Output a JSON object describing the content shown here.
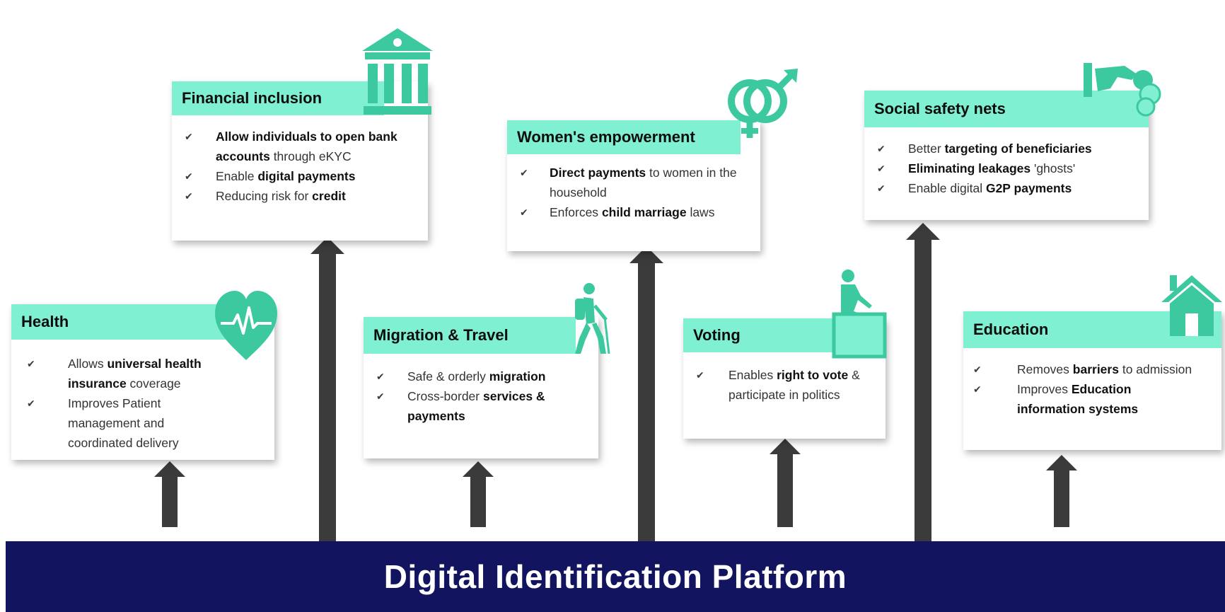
{
  "platform": {
    "label": "Digital Identification Platform"
  },
  "colors": {
    "accent": "#7ff0d1",
    "icon": "#3dc9a0",
    "arrow": "#3b3b3b",
    "platform": "#131460"
  },
  "cards": {
    "health": {
      "title": "Health",
      "icon": "heart-pulse-icon",
      "items": [
        {
          "pre": "Allows ",
          "bold": "universal health insurance",
          "post": " coverage"
        },
        {
          "pre": "Improves Patient management and coordinated delivery",
          "bold": "",
          "post": ""
        }
      ]
    },
    "financial": {
      "title": "Financial inclusion",
      "icon": "bank-icon",
      "items": [
        {
          "pre": "",
          "bold": "Allow individuals to open bank accounts",
          "post": " through eKYC"
        },
        {
          "pre": "Enable ",
          "bold": "digital payments",
          "post": ""
        },
        {
          "pre": "Reducing risk for ",
          "bold": "credit",
          "post": ""
        }
      ]
    },
    "migration": {
      "title": "Migration & Travel",
      "icon": "hiker-icon",
      "items": [
        {
          "pre": "Safe & orderly ",
          "bold": "migration",
          "post": ""
        },
        {
          "pre": "Cross-border ",
          "bold": "services & payments",
          "post": ""
        }
      ]
    },
    "women": {
      "title": "Women's empowerment",
      "icon": "gender-symbols-icon",
      "items": [
        {
          "pre": "",
          "bold": "Direct payments",
          "post": " to women in the household"
        },
        {
          "pre": "Enforces ",
          "bold": "child marriage",
          "post": " laws"
        }
      ]
    },
    "voting": {
      "title": "Voting",
      "icon": "ballot-box-icon",
      "items": [
        {
          "pre": "Enables ",
          "bold": "right to vote",
          "post": " & participate in politics"
        }
      ]
    },
    "social": {
      "title": "Social safety nets",
      "icon": "hand-coins-icon",
      "items": [
        {
          "pre": "Better ",
          "bold": "targeting of beneficiaries",
          "post": ""
        },
        {
          "pre": "",
          "bold": "Eliminating leakages",
          "post": " 'ghosts'"
        },
        {
          "pre": "Enable digital ",
          "bold": "G2P payments",
          "post": ""
        }
      ]
    },
    "education": {
      "title": "Education",
      "icon": "school-house-icon",
      "items": [
        {
          "pre": "Removes ",
          "bold": "barriers",
          "post": " to admission"
        },
        {
          "pre": "Improves ",
          "bold": "Education information systems",
          "post": ""
        }
      ]
    }
  }
}
